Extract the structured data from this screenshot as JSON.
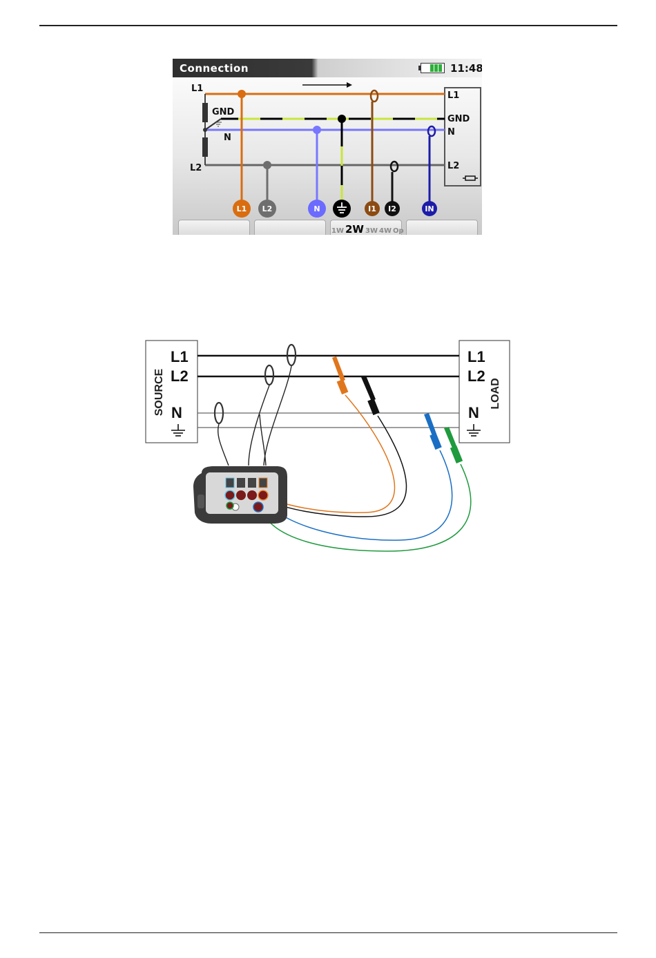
{
  "screen": {
    "title": "Connection",
    "time": "11:48",
    "lines": {
      "l1_left": "L1",
      "l2_left": "L2",
      "gnd_left": "GND",
      "n_left": "N",
      "l1_right": "L1",
      "gnd_right": "GND",
      "n_right": "N",
      "l2_right": "L2"
    },
    "terminals": [
      {
        "label": "L1",
        "color": "#d96d10"
      },
      {
        "label": "L2",
        "color": "#6e6e6e"
      },
      {
        "label": "N",
        "color": "#6b6bff"
      },
      {
        "label": "",
        "color": "#000000"
      },
      {
        "label": "I1",
        "color": "#8c4b12"
      },
      {
        "label": "I2",
        "color": "#111111"
      },
      {
        "label": "IN",
        "color": "#1c1ca8"
      }
    ],
    "softkeys": {
      "modes": [
        "1W",
        "2W",
        "3W",
        "4W",
        "Op"
      ],
      "selected": "2W"
    },
    "colors": {
      "l1": "#d96d10",
      "l2": "#666666",
      "n": "#7777ff",
      "gnd": "#000000",
      "gnd_stripe": "#c8e63c"
    }
  },
  "wiring": {
    "source": {
      "label": "SOURCE",
      "l1": "L1",
      "l2": "L2",
      "n": "N"
    },
    "load": {
      "label": "LOAD",
      "l1": "L1",
      "l2": "L2",
      "n": "N"
    },
    "probe_colors": {
      "l1": "#e0761c",
      "l2": "#111111",
      "n": "#1a6fc4",
      "gnd": "#1f9a3e"
    }
  }
}
